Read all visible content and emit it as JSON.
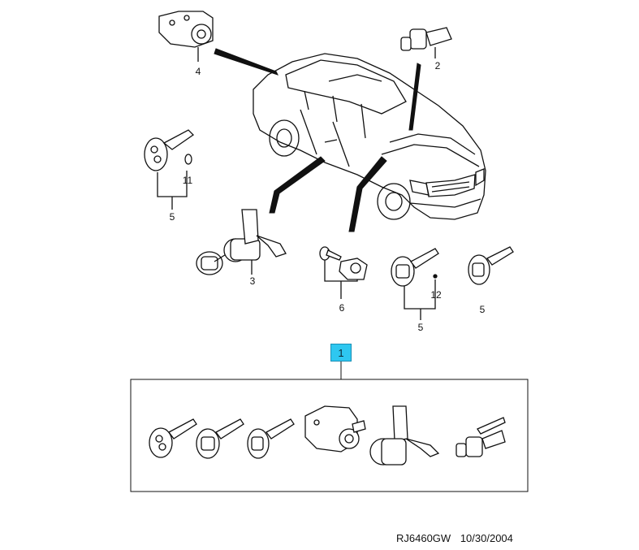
{
  "callouts": {
    "c1": "1",
    "c2": "2",
    "c3": "3",
    "c4": "4",
    "c5a": "5",
    "c5b": "5",
    "c5c": "5",
    "c6": "6",
    "c11": "11",
    "c12": "12"
  },
  "footer": {
    "code": "RJ6460GW",
    "date": "10/30/2004"
  },
  "colors": {
    "line": "#111111",
    "callout_highlight": "#2ec7f0"
  }
}
